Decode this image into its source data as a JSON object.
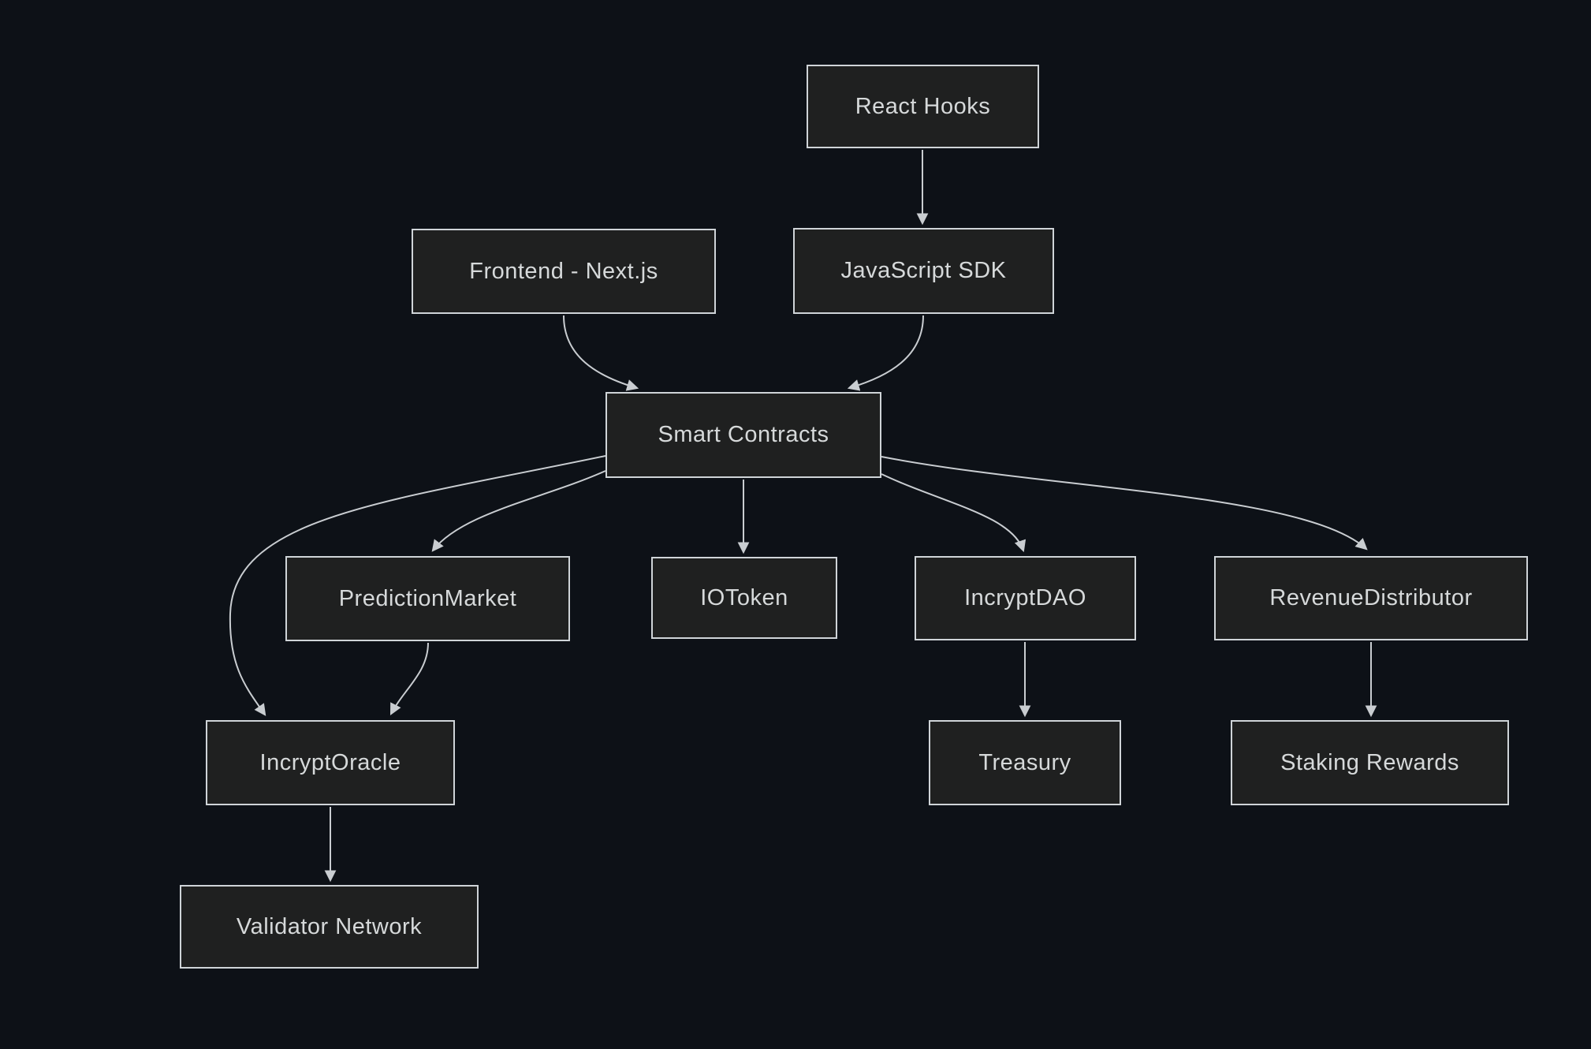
{
  "diagram": {
    "type": "flowchart-top-down",
    "colors": {
      "background": "#0d1117",
      "node_fill": "#1f2020",
      "node_border": "#cfd4d8",
      "node_text": "#d6d9da",
      "edge": "#c9cdd1"
    },
    "nodes": [
      {
        "id": "react-hooks",
        "label": "React Hooks"
      },
      {
        "id": "frontend",
        "label": "Frontend - Next.js"
      },
      {
        "id": "js-sdk",
        "label": "JavaScript SDK"
      },
      {
        "id": "smart-contracts",
        "label": "Smart Contracts"
      },
      {
        "id": "prediction-market",
        "label": "PredictionMarket"
      },
      {
        "id": "io-token",
        "label": "IOToken"
      },
      {
        "id": "incrypt-dao",
        "label": "IncryptDAO"
      },
      {
        "id": "revenue-distributor",
        "label": "RevenueDistributor"
      },
      {
        "id": "incrypt-oracle",
        "label": "IncryptOracle"
      },
      {
        "id": "treasury",
        "label": "Treasury"
      },
      {
        "id": "staking-rewards",
        "label": "Staking Rewards"
      },
      {
        "id": "validator-network",
        "label": "Validator Network"
      }
    ],
    "edges": [
      {
        "from": "react-hooks",
        "to": "js-sdk"
      },
      {
        "from": "frontend",
        "to": "smart-contracts"
      },
      {
        "from": "js-sdk",
        "to": "smart-contracts"
      },
      {
        "from": "smart-contracts",
        "to": "io-token"
      },
      {
        "from": "smart-contracts",
        "to": "prediction-market"
      },
      {
        "from": "smart-contracts",
        "to": "incrypt-oracle"
      },
      {
        "from": "prediction-market",
        "to": "incrypt-oracle"
      },
      {
        "from": "smart-contracts",
        "to": "incrypt-dao"
      },
      {
        "from": "smart-contracts",
        "to": "revenue-distributor"
      },
      {
        "from": "incrypt-dao",
        "to": "treasury"
      },
      {
        "from": "revenue-distributor",
        "to": "staking-rewards"
      },
      {
        "from": "incrypt-oracle",
        "to": "validator-network"
      }
    ]
  }
}
